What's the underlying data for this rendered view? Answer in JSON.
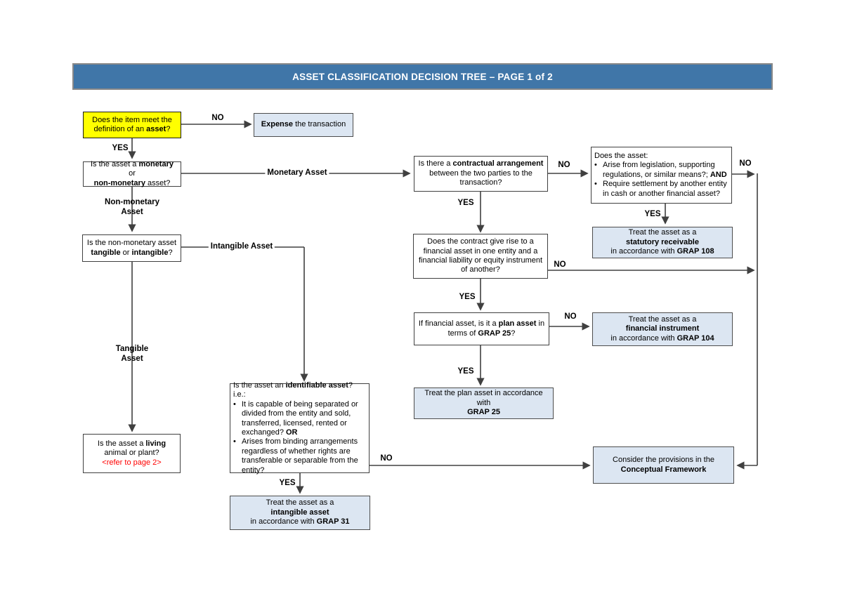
{
  "title": "ASSET CLASSIFICATION DECISION TREE – PAGE 1 of 2",
  "colors": {
    "header_bg": "#4076a8",
    "header_text": "#ffffff",
    "box_blue_fill": "#dce6f2",
    "box_yellow_fill": "#ffff00",
    "box_white_fill": "#ffffff",
    "connector_line": "#404040",
    "red_text": "#ff0000"
  },
  "labels": {
    "yes": "YES",
    "no": "NO",
    "monetary_asset": "Monetary Asset",
    "non_monetary_asset": "Non-monetary\nAsset",
    "intangible_asset": "Intangible Asset",
    "tangible_asset": "Tangible\nAsset"
  },
  "nodes": {
    "asset_definition": {
      "lines": [
        {
          "seg": [
            {
              "t": "Does the item meet the"
            }
          ]
        },
        {
          "seg": [
            {
              "t": "definition of an "
            },
            {
              "t": "asset",
              "b": true
            },
            {
              "t": "?"
            }
          ]
        }
      ]
    },
    "expense": {
      "lines": [
        {
          "seg": [
            {
              "t": "Expense",
              "b": true
            },
            {
              "t": " the transaction"
            }
          ]
        }
      ]
    },
    "monetary_question": {
      "lines": [
        {
          "seg": [
            {
              "t": "Is the asset a "
            },
            {
              "t": "monetary",
              "b": true
            },
            {
              "t": " or"
            }
          ]
        },
        {
          "seg": [
            {
              "t": "non-monetary",
              "b": true
            },
            {
              "t": " asset?"
            }
          ]
        }
      ]
    },
    "contractual_question": {
      "lines": [
        {
          "seg": [
            {
              "t": "Is there a "
            },
            {
              "t": "contractual arrangement",
              "b": true
            }
          ]
        },
        {
          "seg": [
            {
              "t": "between the two parties to the"
            }
          ]
        },
        {
          "seg": [
            {
              "t": "transaction?"
            }
          ]
        }
      ]
    },
    "legislation_question": {
      "lines": [
        {
          "seg": [
            {
              "t": "Does the asset:"
            }
          ]
        },
        {
          "bullet": true,
          "seg": [
            {
              "t": "Arise from legislation, supporting regulations, or similar means?; "
            },
            {
              "t": "AND",
              "b": true
            }
          ]
        },
        {
          "bullet": true,
          "seg": [
            {
              "t": "Require settlement by another entity in cash or another financial asset?"
            }
          ]
        }
      ]
    },
    "statutory_receivable": {
      "lines": [
        {
          "seg": [
            {
              "t": "Treat the asset as a"
            }
          ]
        },
        {
          "seg": [
            {
              "t": "statutory receivable",
              "b": true
            }
          ]
        },
        {
          "seg": [
            {
              "t": "in accordance with "
            },
            {
              "t": "GRAP 108",
              "b": true
            }
          ]
        }
      ]
    },
    "contract_rise_question": {
      "lines": [
        {
          "seg": [
            {
              "t": "Does the contract give rise to a"
            }
          ]
        },
        {
          "seg": [
            {
              "t": "financial asset in one entity and a"
            }
          ]
        },
        {
          "seg": [
            {
              "t": "financial liability or equity instrument"
            }
          ]
        },
        {
          "seg": [
            {
              "t": "of another?"
            }
          ]
        }
      ]
    },
    "plan_asset_question": {
      "lines": [
        {
          "seg": [
            {
              "t": "If financial asset, is it a "
            },
            {
              "t": "plan asset",
              "b": true
            },
            {
              "t": " in"
            }
          ]
        },
        {
          "seg": [
            {
              "t": "terms of "
            },
            {
              "t": "GRAP 25",
              "b": true
            },
            {
              "t": "?"
            }
          ]
        }
      ]
    },
    "financial_instrument": {
      "lines": [
        {
          "seg": [
            {
              "t": "Treat the asset as a"
            }
          ]
        },
        {
          "seg": [
            {
              "t": "financial instrument",
              "b": true
            }
          ]
        },
        {
          "seg": [
            {
              "t": "in accordance with "
            },
            {
              "t": "GRAP 104",
              "b": true
            }
          ]
        }
      ]
    },
    "plan_asset_treat": {
      "lines": [
        {
          "seg": [
            {
              "t": "Treat the plan asset in accordance with"
            }
          ]
        },
        {
          "seg": [
            {
              "t": "GRAP 25",
              "b": true
            }
          ]
        }
      ]
    },
    "tangible_question": {
      "lines": [
        {
          "seg": [
            {
              "t": "Is the non-monetary asset"
            }
          ]
        },
        {
          "seg": [
            {
              "t": "tangible",
              "b": true
            },
            {
              "t": " or "
            },
            {
              "t": "intangible",
              "b": true
            },
            {
              "t": "?"
            }
          ]
        }
      ]
    },
    "living_question": {
      "lines": [
        {
          "seg": [
            {
              "t": "Is the asset a "
            },
            {
              "t": "living",
              "b": true
            }
          ]
        },
        {
          "seg": [
            {
              "t": "animal or plant?"
            }
          ]
        },
        {
          "seg": [
            {
              "t": "<refer to page 2>",
              "c": "#ff0000"
            }
          ]
        }
      ]
    },
    "identifiable_question": {
      "lines": [
        {
          "seg": [
            {
              "t": "Is the asset an "
            },
            {
              "t": "identifiable asset",
              "b": true
            },
            {
              "t": "? i.e.:"
            }
          ]
        },
        {
          "bullet": true,
          "seg": [
            {
              "t": "It is capable of being separated or divided from the entity and sold, transferred, licensed, rented or exchanged? "
            },
            {
              "t": "OR",
              "b": true
            }
          ]
        },
        {
          "bullet": true,
          "seg": [
            {
              "t": "Arises from binding arrangements regardless of whether rights are transferable or separable from the entity?"
            }
          ]
        }
      ]
    },
    "intangible_treat": {
      "lines": [
        {
          "seg": [
            {
              "t": "Treat the asset as a"
            }
          ]
        },
        {
          "seg": [
            {
              "t": "intangible asset",
              "b": true
            }
          ]
        },
        {
          "seg": [
            {
              "t": "in accordance with "
            },
            {
              "t": "GRAP 31",
              "b": true
            }
          ]
        }
      ]
    },
    "conceptual_framework": {
      "lines": [
        {
          "seg": [
            {
              "t": "Consider the provisions in the"
            }
          ]
        },
        {
          "seg": [
            {
              "t": "Conceptual Framework",
              "b": true
            }
          ]
        }
      ]
    }
  }
}
